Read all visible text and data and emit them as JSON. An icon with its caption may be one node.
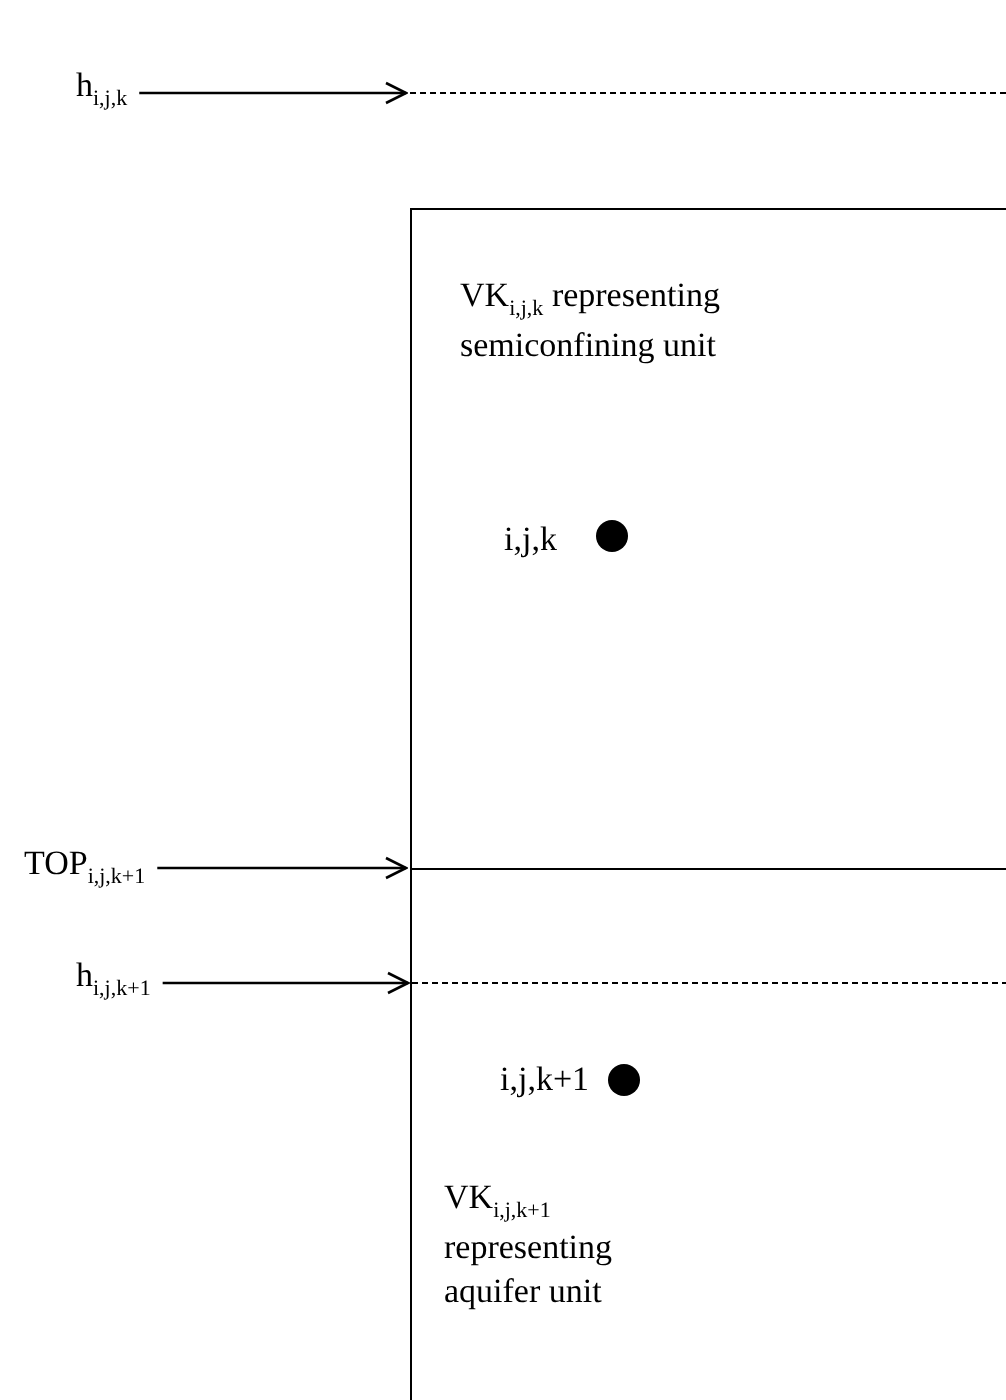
{
  "diagram": {
    "nodes": [
      {
        "text": [
          "h$_{i,j,k}$"
        ]
      },
      {
        "text": [],
        "shape": "line"
      },
      {
        "text": [
          "VK$_{i,j,k}$ representing semiconfining unit",
          "i,j,k"
        ]
      },
      {
        "text": [
          "TOP$_{i,j,k+1}$"
        ]
      },
      {
        "text": [
          "h$_{i,j,k+1}$"
        ]
      },
      {
        "text": [
          "i,j,k+1",
          "VK$_{i,j,k+1}$ representing aquifer unit"
        ]
      },
      {
        "text": [],
        "shape": "line",
        "in": 5
      }
    ],
    "edges": [
      {
        "from": 0,
        "to": 1,
        "arrow": "to"
      },
      {
        "from": 3,
        "to": 5,
        "arrow": "to"
      },
      {
        "from": 4,
        "to": 6,
        "arrow": "to"
      }
    ]
  }
}
